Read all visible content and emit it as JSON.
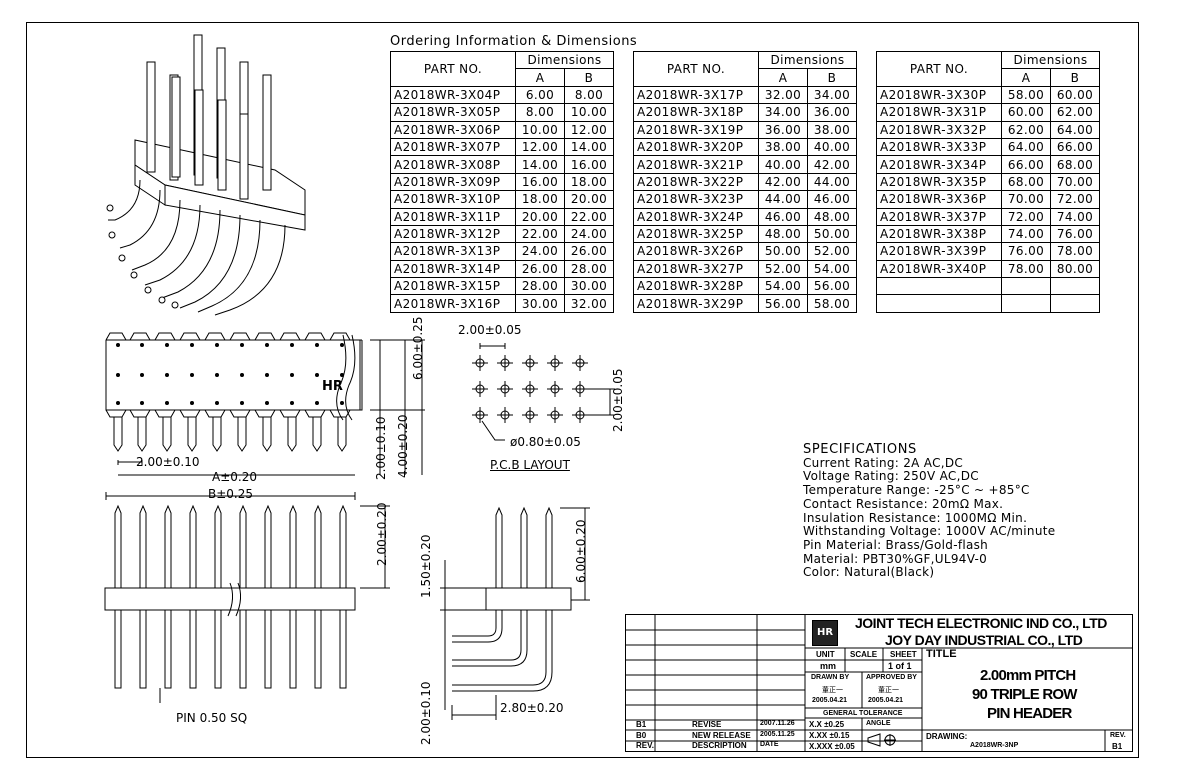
{
  "ordering": {
    "title": "Ordering Information & Dimensions",
    "hdr_part": "PART NO.",
    "hdr_dim": "Dimensions",
    "hdr_a": "A",
    "hdr_b": "B",
    "col1": [
      [
        "A2018WR-3X04P",
        "6.00",
        "8.00"
      ],
      [
        "A2018WR-3X05P",
        "8.00",
        "10.00"
      ],
      [
        "A2018WR-3X06P",
        "10.00",
        "12.00"
      ],
      [
        "A2018WR-3X07P",
        "12.00",
        "14.00"
      ],
      [
        "A2018WR-3X08P",
        "14.00",
        "16.00"
      ],
      [
        "A2018WR-3X09P",
        "16.00",
        "18.00"
      ],
      [
        "A2018WR-3X10P",
        "18.00",
        "20.00"
      ],
      [
        "A2018WR-3X11P",
        "20.00",
        "22.00"
      ],
      [
        "A2018WR-3X12P",
        "22.00",
        "24.00"
      ],
      [
        "A2018WR-3X13P",
        "24.00",
        "26.00"
      ],
      [
        "A2018WR-3X14P",
        "26.00",
        "28.00"
      ],
      [
        "A2018WR-3X15P",
        "28.00",
        "30.00"
      ],
      [
        "A2018WR-3X16P",
        "30.00",
        "32.00"
      ]
    ],
    "col2": [
      [
        "A2018WR-3X17P",
        "32.00",
        "34.00"
      ],
      [
        "A2018WR-3X18P",
        "34.00",
        "36.00"
      ],
      [
        "A2018WR-3X19P",
        "36.00",
        "38.00"
      ],
      [
        "A2018WR-3X20P",
        "38.00",
        "40.00"
      ],
      [
        "A2018WR-3X21P",
        "40.00",
        "42.00"
      ],
      [
        "A2018WR-3X22P",
        "42.00",
        "44.00"
      ],
      [
        "A2018WR-3X23P",
        "44.00",
        "46.00"
      ],
      [
        "A2018WR-3X24P",
        "46.00",
        "48.00"
      ],
      [
        "A2018WR-3X25P",
        "48.00",
        "50.00"
      ],
      [
        "A2018WR-3X26P",
        "50.00",
        "52.00"
      ],
      [
        "A2018WR-3X27P",
        "52.00",
        "54.00"
      ],
      [
        "A2018WR-3X28P",
        "54.00",
        "56.00"
      ],
      [
        "A2018WR-3X29P",
        "56.00",
        "58.00"
      ]
    ],
    "col3": [
      [
        "A2018WR-3X30P",
        "58.00",
        "60.00"
      ],
      [
        "A2018WR-3X31P",
        "60.00",
        "62.00"
      ],
      [
        "A2018WR-3X32P",
        "62.00",
        "64.00"
      ],
      [
        "A2018WR-3X33P",
        "64.00",
        "66.00"
      ],
      [
        "A2018WR-3X34P",
        "66.00",
        "68.00"
      ],
      [
        "A2018WR-3X35P",
        "68.00",
        "70.00"
      ],
      [
        "A2018WR-3X36P",
        "70.00",
        "72.00"
      ],
      [
        "A2018WR-3X37P",
        "72.00",
        "74.00"
      ],
      [
        "A2018WR-3X38P",
        "74.00",
        "76.00"
      ],
      [
        "A2018WR-3X39P",
        "76.00",
        "78.00"
      ],
      [
        "A2018WR-3X40P",
        "78.00",
        "80.00"
      ],
      [
        "",
        "",
        ""
      ],
      [
        "",
        "",
        ""
      ]
    ]
  },
  "dims": {
    "pitch_top": "2.00±0.05",
    "pcb_v": "2.00±0.05",
    "hole": "ø0.80±0.05",
    "pcb_layout": "P.C.B LAYOUT",
    "front_v1": "6.00±0.25",
    "front_v2": "2.00±0.10",
    "front_v3": "4.00±0.20",
    "front_pitch": "2.00±0.10",
    "front_a": "A±0.20",
    "front_b": "B±0.25",
    "front_v4": "2.00±0.20",
    "hr_mark": "HR",
    "pin_sq": "PIN 0.50 SQ",
    "side_v1": "1.50±0.20",
    "side_v2": "6.00±0.20",
    "side_v3": "2.00±0.10",
    "side_h": "2.80±0.20"
  },
  "specs": {
    "heading": "SPECIFICATIONS",
    "lines": [
      "Current Rating: 2A AC,DC",
      "Voltage Rating: 250V AC,DC",
      "Temperature Range: -25°C ~ +85°C",
      "Contact Resistance: 20mΩ Max.",
      "Insulation Resistance: 1000MΩ Min.",
      "Withstanding Voltage: 1000V AC/minute",
      "Pin Material: Brass/Gold-flash",
      "Material: PBT30%GF,UL94V-0",
      "Color: Natural(Black)"
    ]
  },
  "titleblock": {
    "company1": "JOINT TECH ELECTRONIC IND CO., LTD",
    "company2": "JOY DAY INDUSTRIAL CO., LTD",
    "unit_lbl": "UNIT",
    "unit_val": "mm",
    "scale_lbl": "SCALE",
    "sheet_lbl": "SHEET",
    "sheet_val": "1 of 1",
    "title_lbl": "TITLE",
    "title1": "2.00mm PITCH",
    "title2": "90 TRIPLE ROW",
    "title3": "PIN HEADER",
    "drawn_lbl": "DRAWN BY",
    "approved_lbl": "APPROVED BY",
    "drawn_sig": "董正一",
    "approved_sig": "董正一",
    "drawn_date": "2005.04.21",
    "approved_date": "2005.04.21",
    "tol_lbl": "GENERAL TOLERANCE",
    "tol1": "X.X  ±0.25",
    "tol2": "X.XX  ±0.15",
    "tol3": "X.XXX  ±0.05",
    "angle_lbl": "ANGLE",
    "dwg_lbl": "DRAWING:",
    "dwg_val": "A2018WR-3NP",
    "rev_lbl": "REV.",
    "rev_val": "B1",
    "rev_rows": [
      [
        "B1",
        "REVISE",
        "2007.11.26"
      ],
      [
        "B0",
        "NEW RELEASE",
        "2005.11.25"
      ],
      [
        "REV.",
        "DESCRIPTION",
        "DATE"
      ]
    ]
  }
}
